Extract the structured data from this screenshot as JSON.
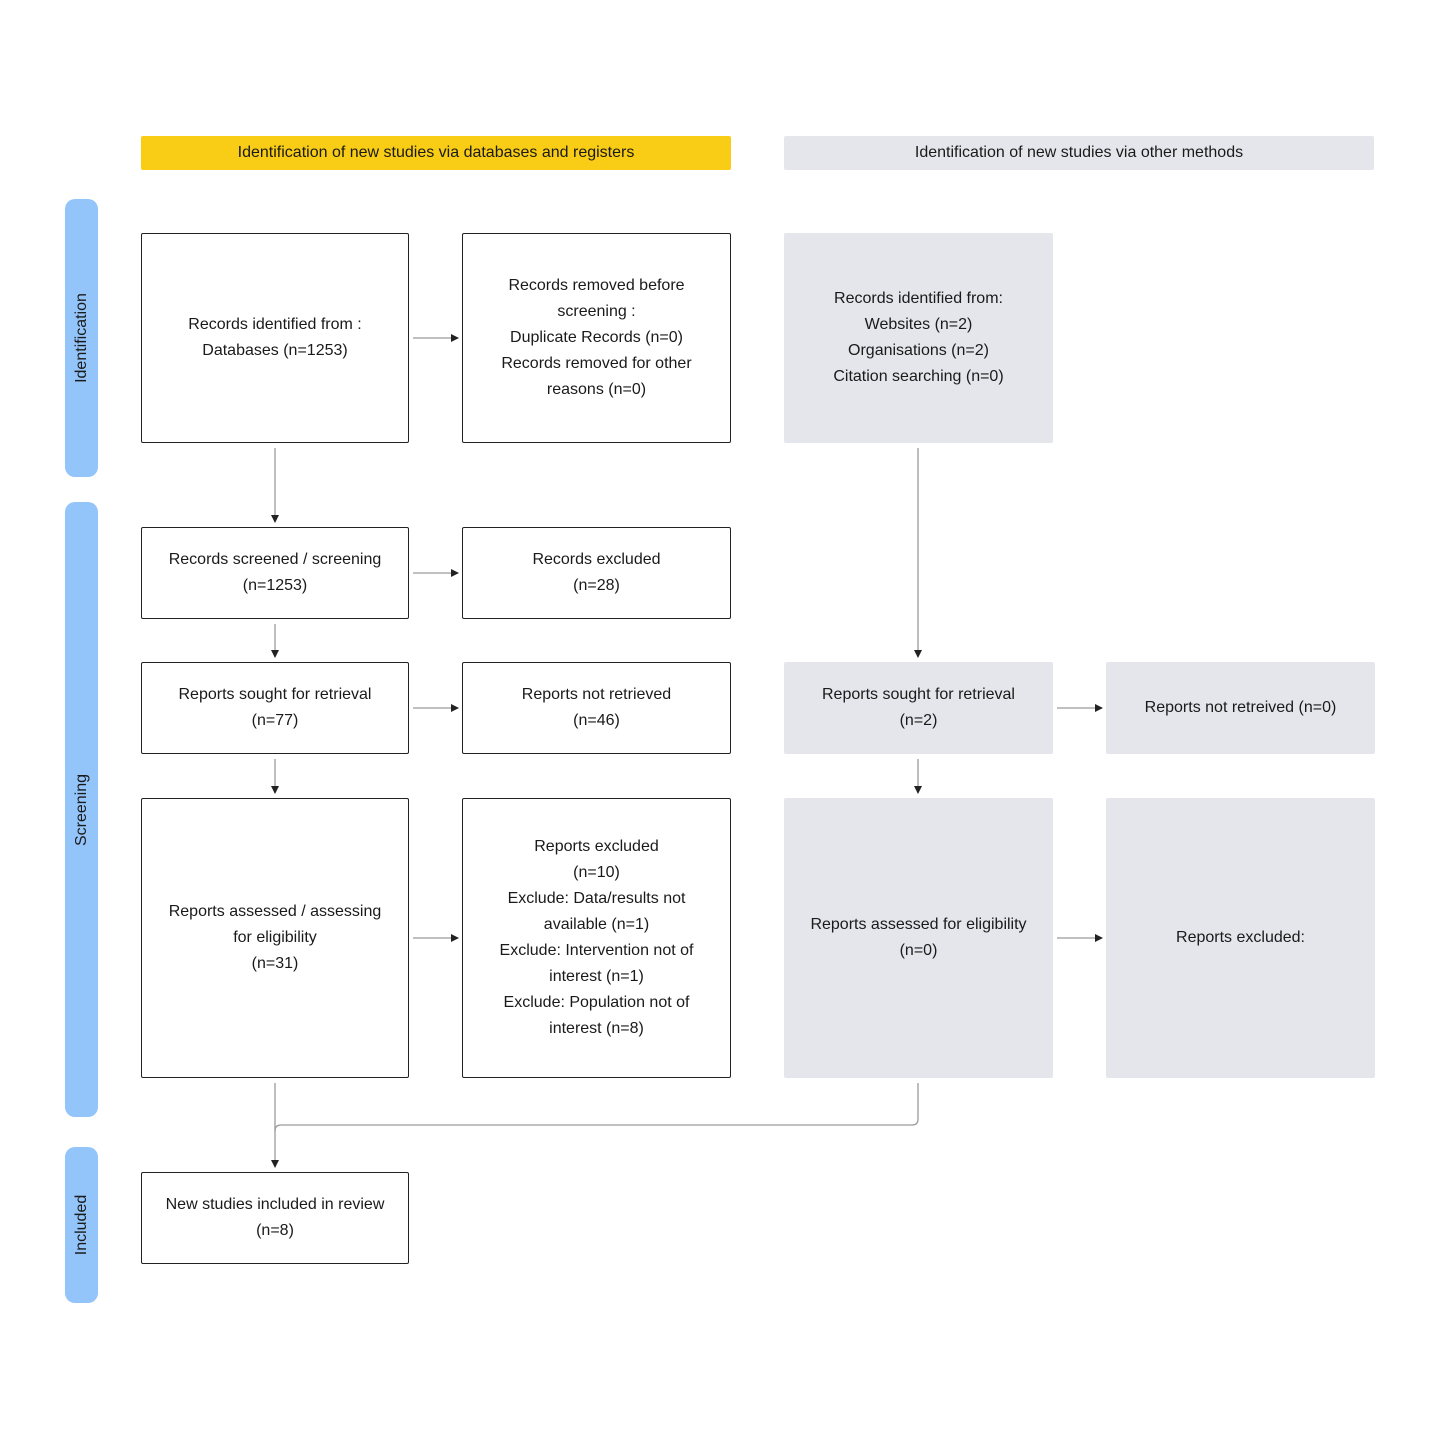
{
  "headers": {
    "databases": "Identification of new studies via databases and registers",
    "other_methods": "Identification of new studies via other methods"
  },
  "phases": {
    "identification": "Identification",
    "screening": "Screening",
    "included": "Included"
  },
  "databases_column": {
    "records_identified": [
      "Records identified from :",
      "Databases (n=1253)"
    ],
    "records_removed": [
      "Records removed before",
      "screening :",
      "Duplicate Records (n=0)",
      "Records removed for other",
      "reasons (n=0)"
    ],
    "records_screened": [
      "Records screened / screening",
      "(n=1253)"
    ],
    "records_excluded": [
      "Records excluded",
      "(n=28)"
    ],
    "reports_sought": [
      "Reports sought for retrieval",
      "(n=77)"
    ],
    "reports_not_retrieved": [
      "Reports not retrieved",
      "(n=46)"
    ],
    "reports_assessed": [
      "Reports assessed / assessing",
      "for eligibility",
      "(n=31)"
    ],
    "reports_excluded": [
      "Reports excluded",
      "(n=10)",
      "Exclude: Data/results not",
      "available (n=1)",
      "Exclude: Intervention not of",
      "interest (n=1)",
      "Exclude: Population not of",
      "interest (n=8)"
    ],
    "included": [
      "New studies included in review",
      "(n=8)"
    ]
  },
  "other_methods_column": {
    "records_identified": [
      "Records identified from:",
      "Websites (n=2)",
      "Organisations (n=2)",
      "Citation searching (n=0)"
    ],
    "reports_sought": [
      "Reports sought for retrieval",
      "(n=2)"
    ],
    "reports_not_retrieved": [
      "Reports not retreived (n=0)"
    ],
    "reports_assessed": [
      "Reports assessed for eligibility",
      "(n=0)"
    ],
    "reports_excluded": [
      "Reports excluded:"
    ]
  },
  "colors": {
    "databases_header": "#f9cd15",
    "other_header": "#e4e6eb",
    "phase_bar": "#93c5fb",
    "gray_box": "#e4e6eb",
    "arrow_dark": "#222222",
    "arrow_light": "#9a9a9a"
  }
}
